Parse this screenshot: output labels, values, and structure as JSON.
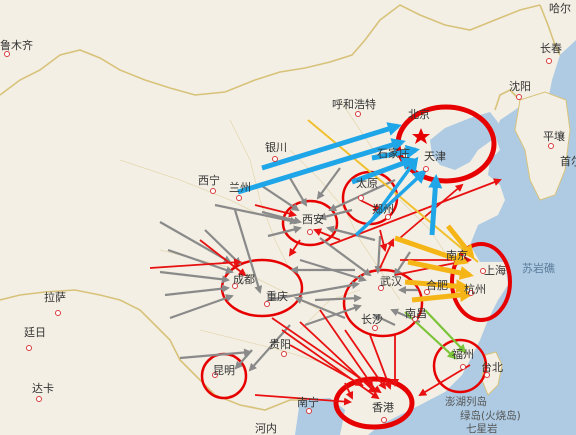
{
  "map": {
    "colors": {
      "land": "#f3efe4",
      "sea": "#aecbe3",
      "border": "#d8c27a",
      "blue": "#1fa6e8",
      "gray": "#8a8a8a",
      "red": "#e81010",
      "orange": "#f6b516",
      "green": "#7bc43a",
      "yellow": "#f0c030",
      "hub": "#e60000"
    },
    "cities": {
      "wulumuqi": "鲁木齐",
      "huhehaote": "呼和浩特",
      "beijing": "北京",
      "tianjin": "天津",
      "shijiazhuang": "石家庄",
      "yinchuan": "银川",
      "xining": "西宁",
      "lanzhou": "兰州",
      "taiyuan": "太原",
      "zhengzhou": "郑州",
      "xian": "西安",
      "chengdu": "成都",
      "chongqing": "重庆",
      "wuhan": "武汉",
      "hefei": "合肥",
      "nanjing": "南京",
      "shanghai": "上海",
      "hangzhou": "杭州",
      "changsha": "长沙",
      "nanchang": "南昌",
      "fuzhou": "福州",
      "taibei": "台北",
      "guiyang": "贵阳",
      "kunming": "昆明",
      "nanning": "南宁",
      "xianggang": "香港",
      "lasa": "拉萨",
      "shenyang": "沈阳",
      "changchun": "长春",
      "haer": "哈尔",
      "pingrang": "平壤",
      "shouer": "首尔"
    },
    "others": {
      "tingri": "廷日",
      "daka": "达卡",
      "hanoi": "河内",
      "suyan": "苏岩礁",
      "penghu": "澎湖列岛",
      "lvdao": "绿岛(火烧岛)",
      "qixing": "七星岩"
    }
  }
}
